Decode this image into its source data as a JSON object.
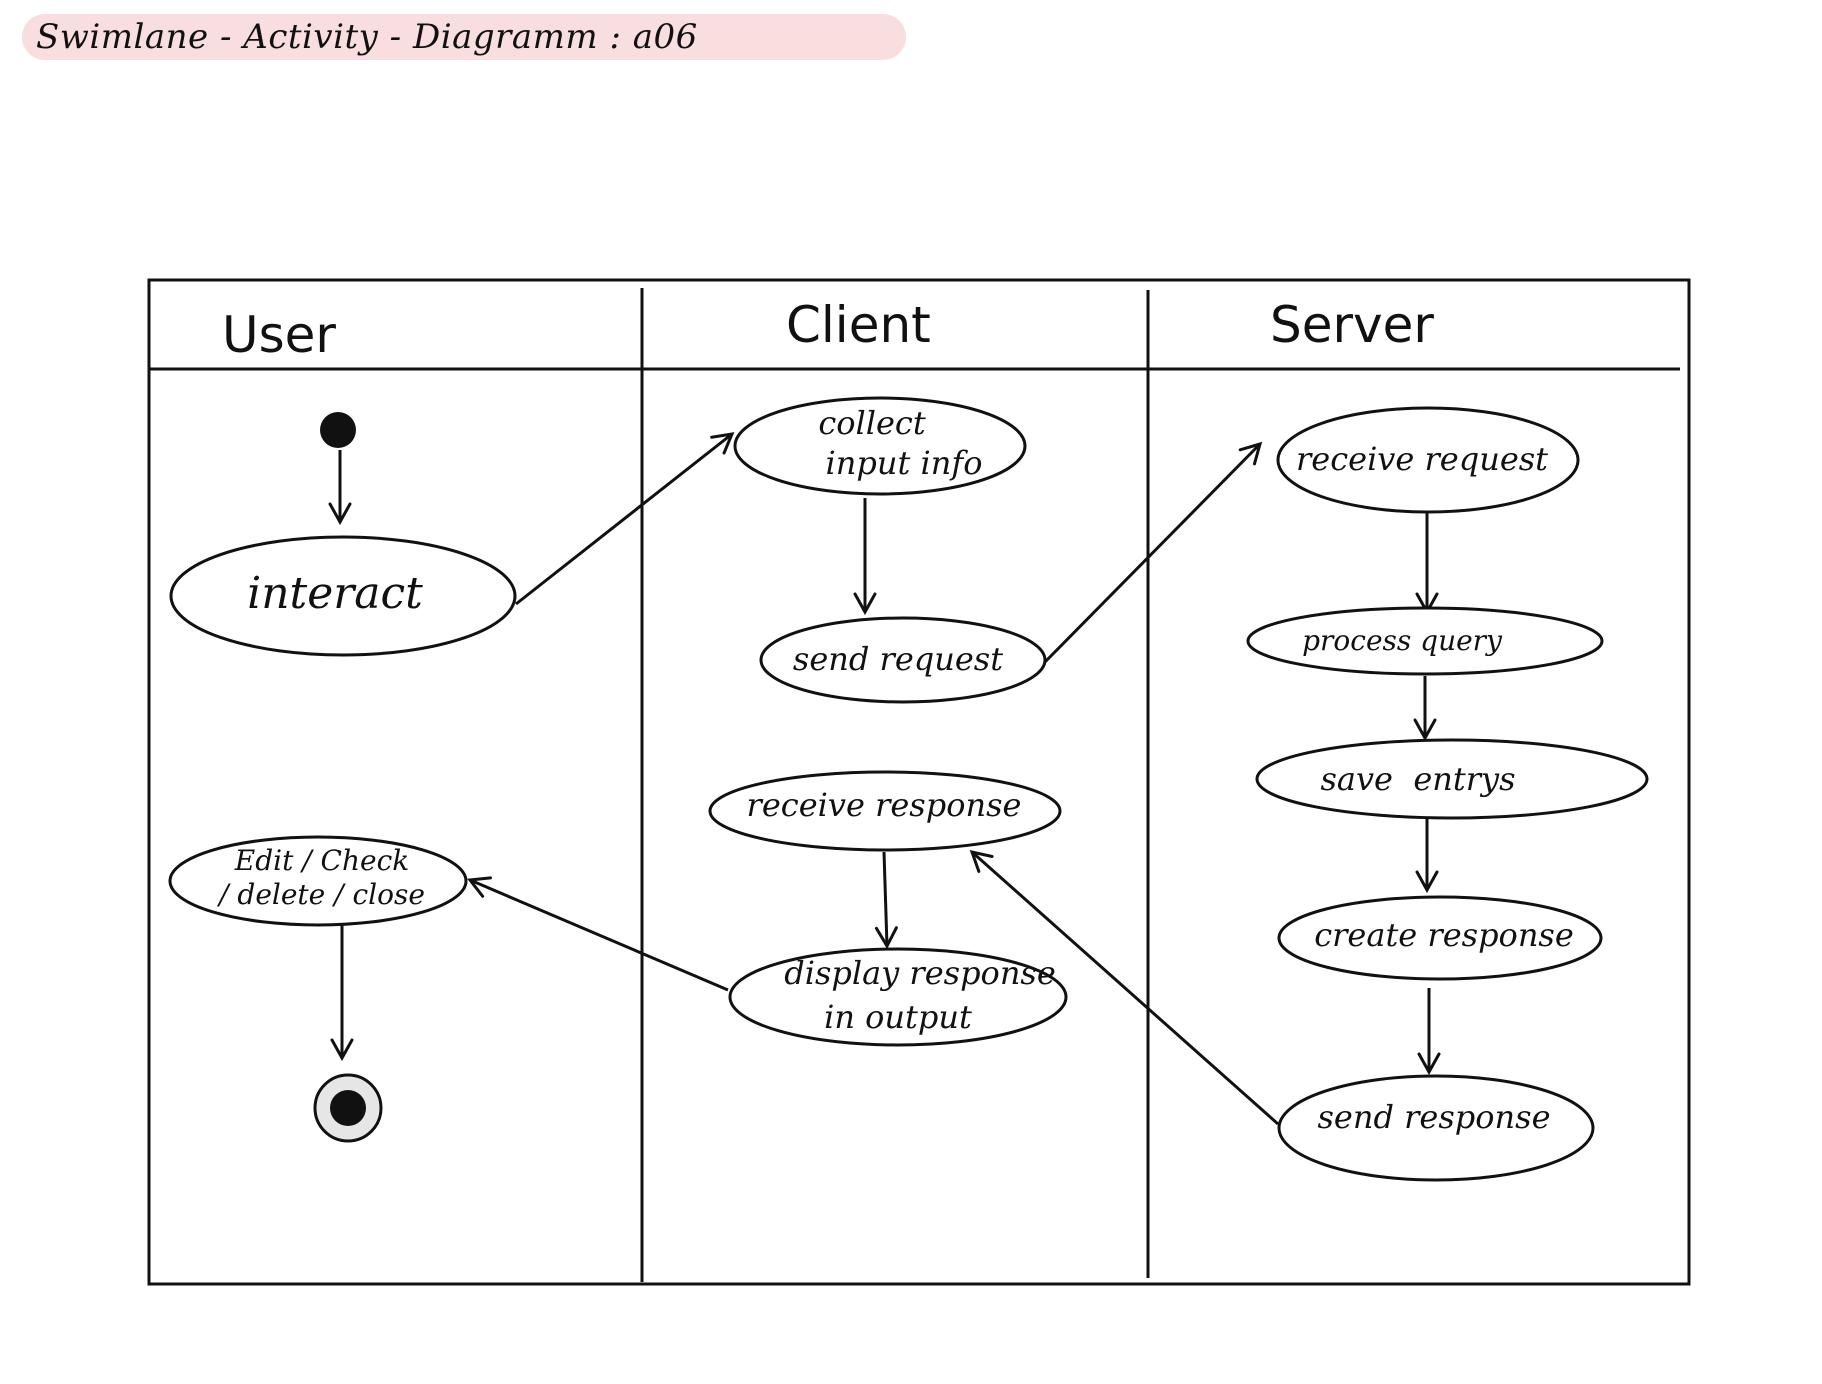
{
  "title": "Swimlane - Activity - Diagramm : a06",
  "lanes": [
    "User",
    "Client",
    "Server"
  ],
  "nodes": {
    "interact": [
      "interact"
    ],
    "collect": [
      "collect",
      "input info"
    ],
    "send_request": [
      "send request"
    ],
    "receive_request": [
      "receive request"
    ],
    "process_query": [
      "process query"
    ],
    "save_entrys": [
      "save  entrys"
    ],
    "create_response": [
      "create response"
    ],
    "send_response": [
      "send response"
    ],
    "receive_response": [
      "receive response"
    ],
    "display_response": [
      "display response",
      "in output"
    ],
    "edit_check": [
      "Edit / Check",
      "/ delete / close"
    ]
  },
  "colors": {
    "ink": "#111111",
    "title_background": "#f8dede"
  }
}
